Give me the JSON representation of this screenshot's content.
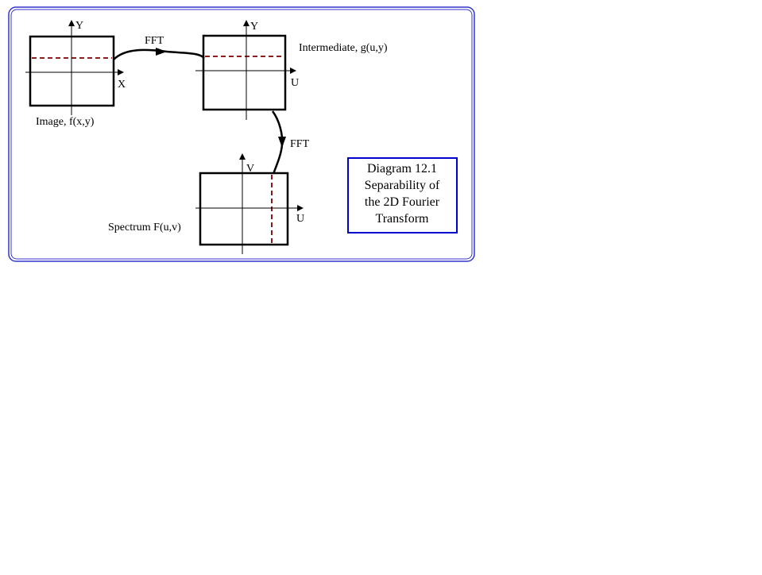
{
  "panels": {
    "image": {
      "x_axis": "X",
      "y_axis": "Y",
      "caption": "Image, f(x,y)"
    },
    "intermediate": {
      "x_axis": "U",
      "y_axis": "Y",
      "caption": "Intermediate, g(u,y)"
    },
    "spectrum": {
      "x_axis": "U",
      "y_axis": "V",
      "caption": "Spectrum F(u,v)"
    }
  },
  "arrows": {
    "fft_horizontal": "FFT",
    "fft_vertical": "FFT"
  },
  "caption_box": {
    "lines": [
      "Diagram 12.1",
      "Separability of",
      "the 2D Fourier",
      "Transform"
    ]
  },
  "colors": {
    "frame_border": "#3333cc",
    "caption_border": "#0000cc",
    "dashed_line": "#800000",
    "stroke": "#000000"
  }
}
